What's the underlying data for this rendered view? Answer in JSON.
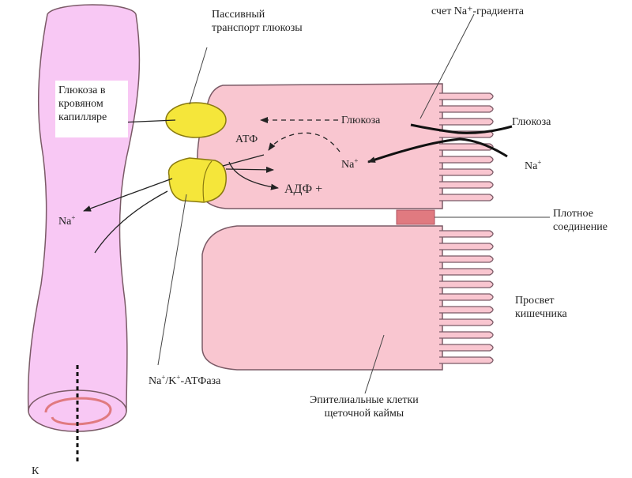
{
  "labels": {
    "passive_transport": [
      "Пассивный",
      "транспорт глюкозы"
    ],
    "na_gradient": "счет Na⁺-градиента",
    "glucose_capillary": [
      "Глюкоза в",
      "кровяном",
      "капилляре"
    ],
    "glucose_inside": "Глюкоза",
    "glucose_lumen": "Глюкоза",
    "atp": "АТФ",
    "na_inside": "Na",
    "adp": "АДФ +",
    "na_lumen": "Na",
    "na_capillary": "Na",
    "plus": "+",
    "tight_junction": [
      "Плотное",
      "соединение"
    ],
    "lumen": [
      "Просвет",
      "кишечника"
    ],
    "atpase_na": "Na",
    "atpase_slash_k": "/K",
    "atpase_tail": "-АТФаза",
    "epithelial": [
      "Эпителиальные клетки",
      "щеточной каймы"
    ],
    "bottom_fragment": "К"
  },
  "colors": {
    "capillary_fill": "#f8c8f4",
    "cell_fill": "#f9c6d0",
    "outline": "#7a5a66",
    "transporter_fill": "#f5e63a",
    "junction_fill": "#e07a80",
    "ring": "#e07a80"
  }
}
